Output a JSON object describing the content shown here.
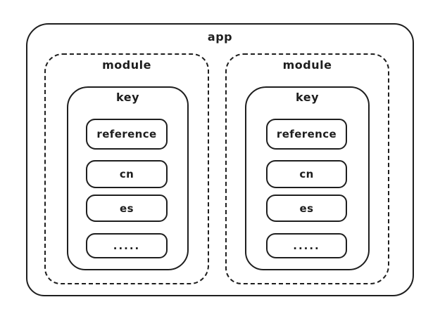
{
  "colors": {
    "stroke": "#1e1e1e",
    "background": "#ffffff"
  },
  "diagram": {
    "app_label": "app",
    "modules": [
      {
        "label": "module",
        "key_label": "key",
        "items": [
          "reference",
          "cn",
          "es",
          "....."
        ]
      },
      {
        "label": "module",
        "key_label": "key",
        "items": [
          "reference",
          "cn",
          "es",
          "....."
        ]
      }
    ]
  }
}
